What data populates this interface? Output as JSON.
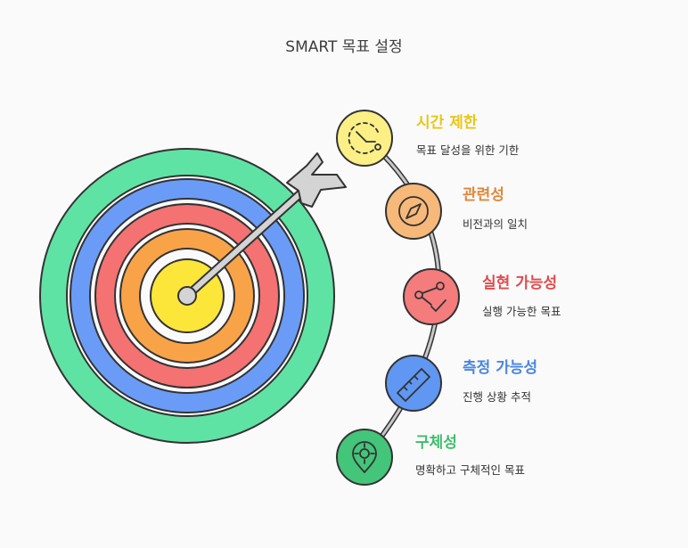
{
  "title": "SMART 목표 설정",
  "items": [
    {
      "key": "time-bound",
      "title": "시간 제한",
      "desc": "목표 달성을 위한 기한",
      "color": "#e8c61a",
      "fill": "#fbef86",
      "icon": "clock-icon"
    },
    {
      "key": "relevant",
      "title": "관련성",
      "desc": "비전과의 일치",
      "color": "#e0873a",
      "fill": "#f7b97a",
      "icon": "compass-icon"
    },
    {
      "key": "achievable",
      "title": "실현 가능성",
      "desc": "실행 가능한 목표",
      "color": "#e04b4b",
      "fill": "#f47c7c",
      "icon": "nodes-check-icon"
    },
    {
      "key": "measurable",
      "title": "측정 가능성",
      "desc": "진행 상황 추적",
      "color": "#4a86e0",
      "fill": "#5f97f2",
      "icon": "ruler-icon"
    },
    {
      "key": "specific",
      "title": "구체성",
      "desc": "명확하고 구체적인 목표",
      "color": "#3fbd6e",
      "fill": "#43c57a",
      "icon": "target-pin-icon"
    }
  ]
}
